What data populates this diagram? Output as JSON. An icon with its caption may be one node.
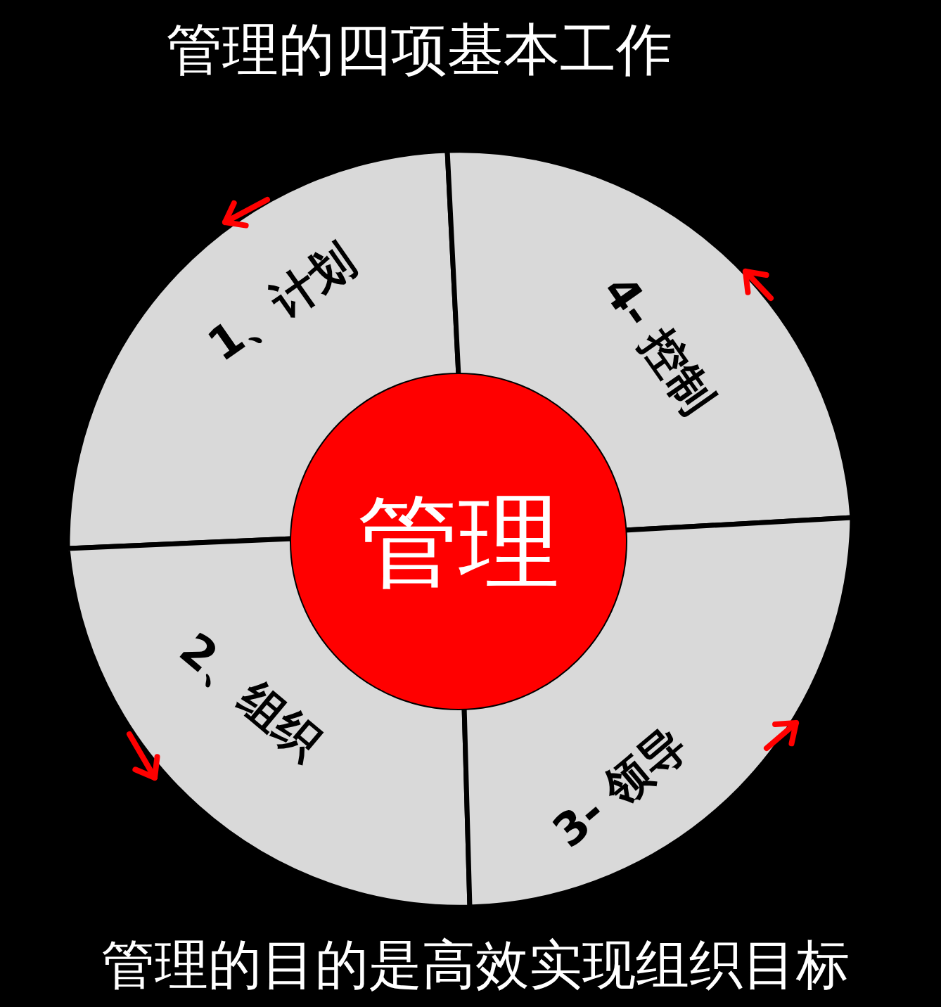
{
  "diagram": {
    "title": "管理的四项基本工作",
    "caption": "管理的目的是高效实现组织目标",
    "nodes": [
      {
        "text": [
          "1、计划"
        ]
      },
      {
        "text": [
          "4- 控制"
        ]
      },
      {
        "text": [
          "管理"
        ]
      },
      {
        "text": [
          "2、组织"
        ]
      },
      {
        "text": [
          "3- 领导"
        ]
      }
    ]
  }
}
